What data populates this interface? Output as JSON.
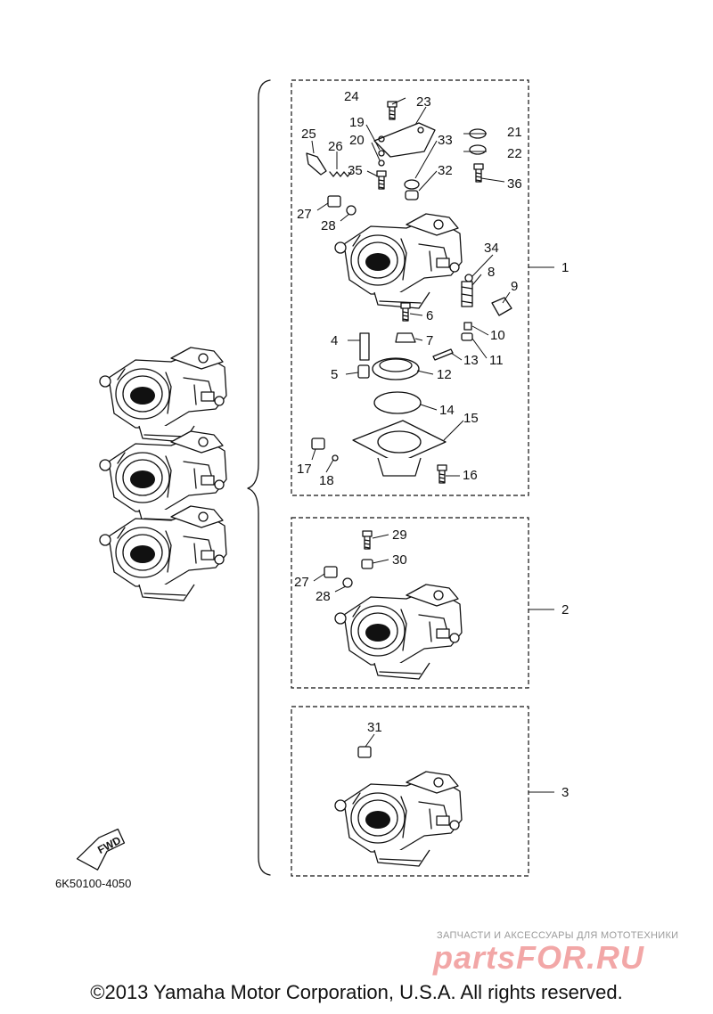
{
  "diagram": {
    "part_code": "6K50100-4050",
    "fwd_label": "FWD",
    "copyright": "©2013 Yamaha Motor Corporation, U.S.A. All rights reserved.",
    "watermark": {
      "caption": "ЗАПЧАСТИ И АКСЕССУАРЫ ДЛЯ МОТОТЕХНИКИ",
      "logo": "partsFOR.RU"
    },
    "groups": [
      {
        "id": "1",
        "label": "1"
      },
      {
        "id": "2",
        "label": "2"
      },
      {
        "id": "3",
        "label": "3"
      }
    ],
    "callouts": {
      "c4": "4",
      "c5": "5",
      "c6": "6",
      "c7": "7",
      "c8": "8",
      "c9": "9",
      "c10": "10",
      "c11": "11",
      "c12": "12",
      "c13": "13",
      "c14": "14",
      "c15": "15",
      "c16": "16",
      "c17": "17",
      "c18": "18",
      "c19": "19",
      "c20": "20",
      "c21": "21",
      "c22": "22",
      "c23": "23",
      "c24": "24",
      "c25": "25",
      "c26": "26",
      "c27a": "27",
      "c28a": "28",
      "c32": "32",
      "c33": "33",
      "c34": "34",
      "c35": "35",
      "c36": "36",
      "c29": "29",
      "c30": "30",
      "c27b": "27",
      "c28b": "28",
      "c31": "31"
    }
  }
}
